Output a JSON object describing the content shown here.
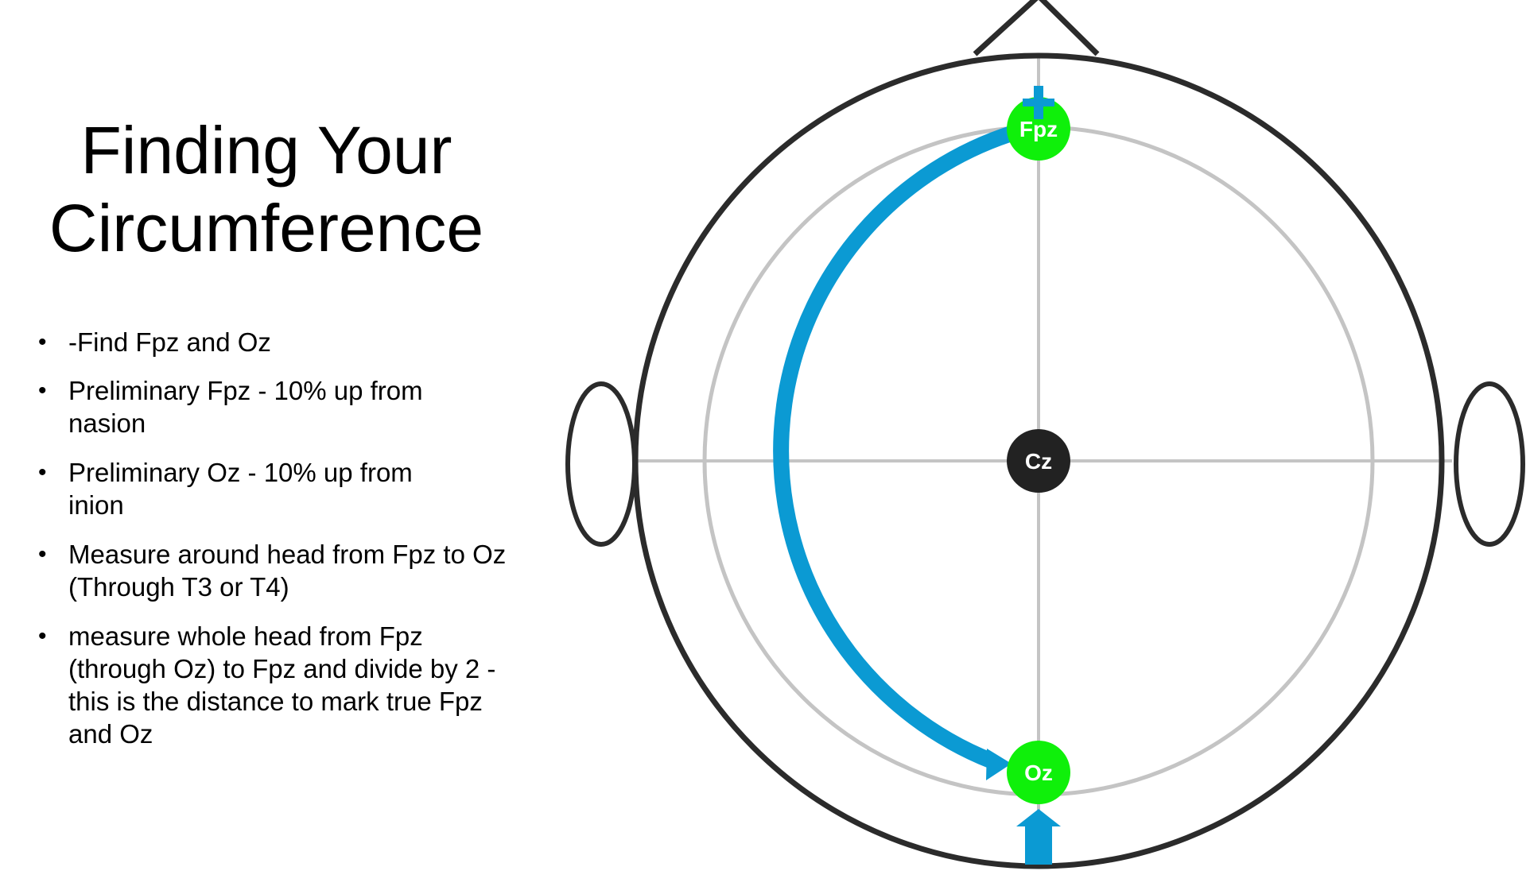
{
  "slide": {
    "title_line1": "Finding Your",
    "title_line2": "Circumference",
    "bullets": [
      "-Find Fpz and Oz",
      "Preliminary Fpz - 10% up from nasion",
      "Preliminary Oz - 10% up from inion",
      "Measure around head from Fpz to Oz (Through T3 or T4)",
      "measure whole head from Fpz (through Oz) to Fpz and divide by 2 - this is the distance to mark true Fpz and Oz"
    ],
    "bullet_symbol": "•"
  },
  "diagram": {
    "electrodes": [
      {
        "label": "Fpz",
        "color": "#0ff00a"
      },
      {
        "label": "Cz",
        "color": "#222222"
      },
      {
        "label": "Oz",
        "color": "#0ff00a"
      }
    ],
    "colors": {
      "head_outline": "#2b2b2b",
      "guide_lines": "#c4c4c4",
      "measure_arrow": "#0b9ad3"
    }
  }
}
